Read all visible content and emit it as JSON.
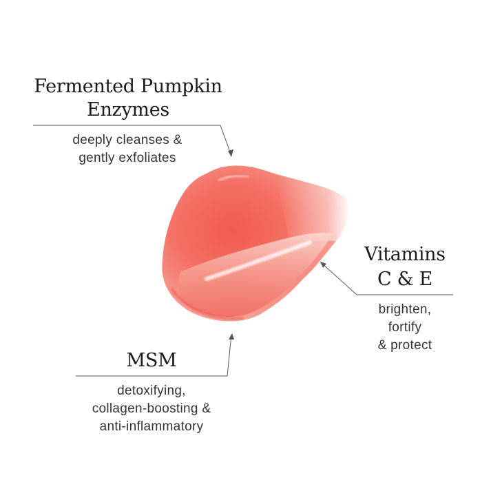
{
  "callouts": {
    "pumpkin": {
      "title_line1": "Fermented Pumpkin",
      "title_line2": "Enzymes",
      "desc_line1": "deeply cleanses &",
      "desc_line2": "gently exfoliates"
    },
    "vitamins": {
      "title_line1": "Vitamins",
      "title_line2": "C & E",
      "desc_line1": "brighten,",
      "desc_line2": "fortify",
      "desc_line3": "& protect"
    },
    "msm": {
      "title": "MSM",
      "desc_line1": "detoxifying,",
      "desc_line2": "collagen-boosting &",
      "desc_line3": "anti-inflammatory"
    }
  },
  "colors": {
    "product_main": "#f4756a",
    "product_deep": "#e9544c",
    "product_light": "#fbd3cc",
    "text_dark": "#1a1a1a",
    "text_body": "#333333",
    "leader_line": "#555555"
  }
}
